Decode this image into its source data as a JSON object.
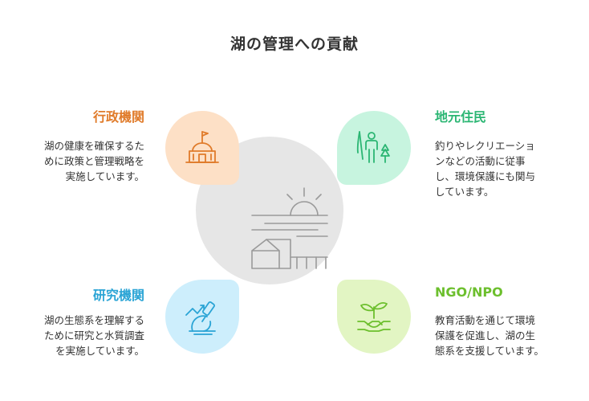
{
  "title": "湖の管理への貢献",
  "sections": {
    "admin": {
      "heading": "行政機関",
      "lines": [
        "湖の健康を確保するた",
        "めに政策と管理戦略を",
        "実施しています。"
      ],
      "color": "#e07b2a",
      "icon": "government-building-icon"
    },
    "local": {
      "heading": "地元住民",
      "lines": [
        "釣りやレクリエーショ",
        "ンなどの活動に従事",
        "し、環境保護にも関与",
        "しています。"
      ],
      "color": "#2bb673",
      "icon": "fishing-person-tree-icon"
    },
    "research": {
      "heading": "研究機関",
      "lines": [
        "湖の生態系を理解する",
        "ために研究と水質調査",
        "を実施しています。"
      ],
      "color": "#2aa4d5",
      "icon": "microscope-icon"
    },
    "ngo": {
      "heading": "NGO/NPO",
      "lines": [
        "教育活動を通じて環境",
        "保護を促進し、湖の生",
        "態系を支援しています。"
      ],
      "color": "#6cbf2d",
      "icon": "handshake-plant-icon"
    }
  },
  "center": {
    "icon": "lake-sunrise-house-icon"
  }
}
